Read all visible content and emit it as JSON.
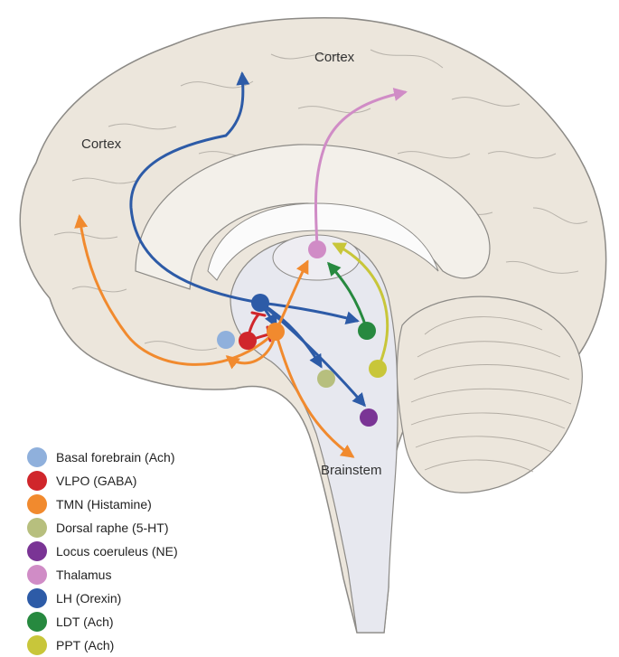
{
  "labels": {
    "cortex_top": "Cortex",
    "cortex_left": "Cortex",
    "brainstem": "Brainstem"
  },
  "nuclei": [
    {
      "id": "basal-forebrain",
      "label": "Basal forebrain (Ach)",
      "color": "#8fb0dc"
    },
    {
      "id": "vlpo",
      "label": "VLPO (GABA)",
      "color": "#d0262b"
    },
    {
      "id": "tmn",
      "label": "TMN (Histamine)",
      "color": "#f18a2e"
    },
    {
      "id": "dorsal-raphe",
      "label": "Dorsal raphe (5-HT)",
      "color": "#b7bf7e"
    },
    {
      "id": "locus-coeruleus",
      "label": "Locus coeruleus (NE)",
      "color": "#7a3495"
    },
    {
      "id": "thalamus",
      "label": "Thalamus",
      "color": "#d08cc6"
    },
    {
      "id": "lh",
      "label": "LH (Orexin)",
      "color": "#2d5ba7"
    },
    {
      "id": "ldt",
      "label": "LDT (Ach)",
      "color": "#27893f"
    },
    {
      "id": "ppt",
      "label": "PPT (Ach)",
      "color": "#c8c63a"
    }
  ],
  "colors": {
    "brain_fill": "#ece6dc",
    "brain_outline": "#8c8a86",
    "inner_fill": "#e7e8ef",
    "ventricle_fill": "#fbfbfb"
  }
}
